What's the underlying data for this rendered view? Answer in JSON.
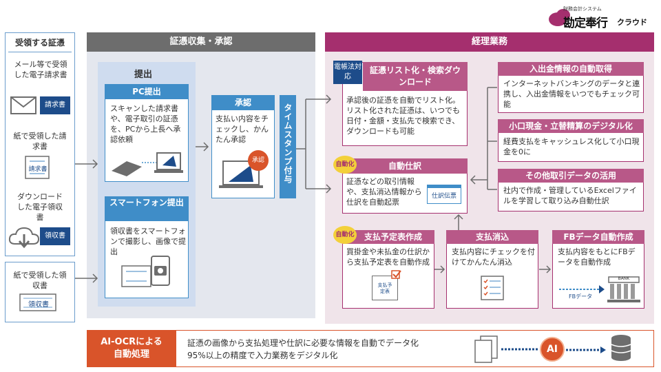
{
  "logo": {
    "sub": "財務会計システム",
    "main": "勘定奉行",
    "suffix": "クラウド"
  },
  "left": {
    "title": "受領する証憑",
    "items": [
      "メール等で受領した電子請求書",
      "紙で受領した請求書",
      "ダウンロードした電子領収書"
    ],
    "tag_invoice": "請求書",
    "tag_paper_invoice": "請求書",
    "tag_receipt": "領収書",
    "paper_receipt": "紙で受領した領収書",
    "tag_paper_receipt": "領収書"
  },
  "collect": {
    "title": "証憑収集・承認",
    "submit": "提出",
    "pc": {
      "title": "PC提出",
      "text": "スキャンした請求書や、電子取引の証憑を、PCから上長へ承認依頼"
    },
    "sp": {
      "title": "スマートフォン提出",
      "text": "領収書をスマートフォンで撮影し、画像で提出"
    },
    "approve": {
      "title": "承認",
      "text": "支払い内容をチェックし、かんたん承認",
      "badge": "承認"
    },
    "timestamp": "タイムスタンプ付与"
  },
  "acct": {
    "title": "経理業務",
    "dencho": "電帳法対応",
    "list": {
      "title": "証憑リスト化・検索ダウンロード",
      "text": "承認後の証憑を自動でリスト化。リスト化された証憑は、いつでも日付・金額・支払先で検索でき、ダウンロードも可能"
    },
    "auto": "自動化",
    "journal": {
      "title": "自動仕訳",
      "text": "証憑などの取引情報や、支払消込情報から仕訳を自動起票",
      "icon": "仕訳伝票"
    },
    "deposit": {
      "title": "入出金情報の自動取得",
      "text": "インターネットバンキングのデータと連携し、入出金情報をいつでもチェック可能"
    },
    "petty": {
      "title": "小口現金・立替精算のデジタル化",
      "text": "経費支払をキャッシュレス化して小口現金を0に"
    },
    "other": {
      "title": "その他取引データの活用",
      "text": "社内で作成・管理しているExcelファイルを学習して取り込み自動仕訳"
    },
    "schedule": {
      "title": "支払予定表作成",
      "text": "買掛金や未払金の仕訳から支払予定表を自動作成",
      "icon": "支払予定表"
    },
    "clear": {
      "title": "支払消込",
      "text": "支払内容にチェックを付けてかんたん消込"
    },
    "fb": {
      "title": "FBデータ自動作成",
      "text": "支払内容をもとにFBデータを自動作成",
      "icon": "FBデータ",
      "bank": "BANK"
    }
  },
  "ocr": {
    "label": "AI-OCRによる自動処理",
    "line1": "証憑の画像から支払処理や仕訳に必要な情報を自動でデータ化",
    "line2": "95%以上の精度で入力業務をデジタル化",
    "ai": "AI"
  },
  "colors": {
    "magenta": "#a52f6e",
    "blue": "#3f8dc8",
    "gray": "#6d6d6d",
    "orange": "#d9542a"
  }
}
